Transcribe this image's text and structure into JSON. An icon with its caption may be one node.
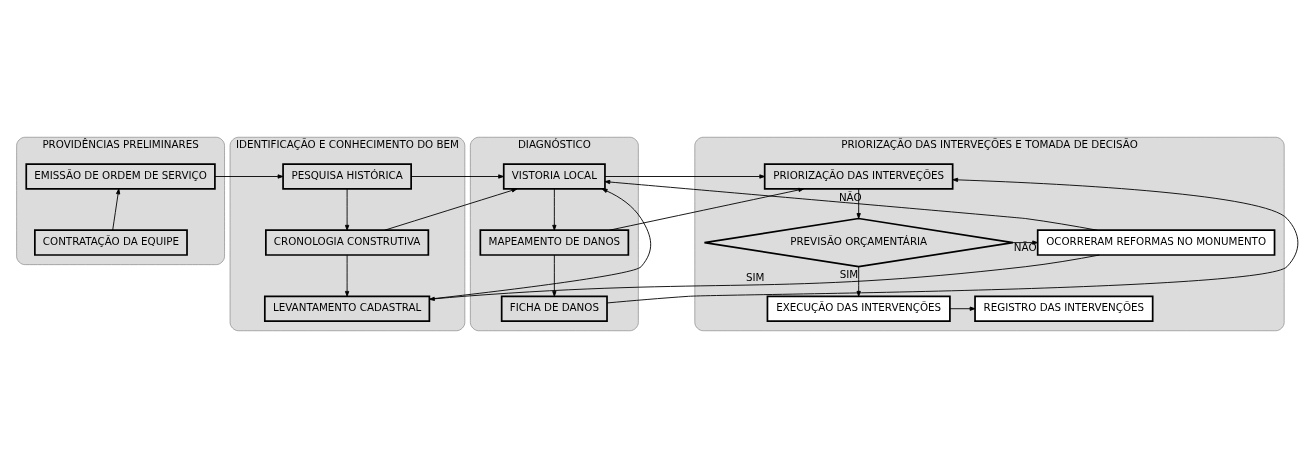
{
  "diagram": {
    "nodes": [
      {
        "text": [
          "PROVIDÊNCIAS PRELIMINARES"
        ]
      },
      {
        "text": [
          "EMISSÃO DE ORDEM DE SERVIÇO"
        ],
        "in": 0
      },
      {
        "text": [
          "CONTRATAÇÃO DA EQUIPE"
        ],
        "in": 0
      },
      {
        "text": [
          "IDENTIFICAÇÃO E CONHECIMENTO DO BEM"
        ]
      },
      {
        "text": [
          "PESQUISA HISTÓRICA"
        ],
        "in": 3
      },
      {
        "text": [
          "CRONOLOGIA CONSTRUTIVA"
        ],
        "in": 3
      },
      {
        "text": [
          "LEVANTAMENTO CADASTRAL"
        ],
        "in": 3
      },
      {
        "text": [
          "DIAGNÓSTICO"
        ]
      },
      {
        "text": [
          "VISTORIA LOCAL"
        ],
        "in": 7
      },
      {
        "text": [
          "MAPEAMENTO DE DANOS"
        ],
        "in": 7
      },
      {
        "text": [
          "FICHA DE DANOS"
        ],
        "in": 7
      },
      {
        "text": [
          "PRIORIZAÇÃO DAS INTERVEÇÕES E TOMADA DE DECISÃO"
        ]
      },
      {
        "text": [
          "PRIORIZAÇÃO DAS INTERVEÇÕES"
        ],
        "in": 11
      },
      {
        "text": [
          "PREVISÃO ORÇAMENTÁRIA"
        ],
        "in": 11
      },
      {
        "text": [
          "OCORRERAM REFORMAS NO MONUMENTO"
        ],
        "in": 11
      },
      {
        "text": [
          "EXECUÇÃO DAS INTERVENÇÕES"
        ],
        "in": 11
      },
      {
        "text": [
          "REGISTRO DAS INTERVENÇÕES"
        ],
        "in": 11
      }
    ],
    "edges": [
      {
        "from": 2,
        "to": 1,
        "arrow": "to"
      },
      {
        "from": 1,
        "to": 4,
        "arrow": "to"
      },
      {
        "from": 4,
        "to": 5,
        "arrow": "to"
      },
      {
        "from": 5,
        "to": 6,
        "arrow": "to"
      },
      {
        "from": 4,
        "to": 8,
        "arrow": "to"
      },
      {
        "from": 5,
        "to": 8,
        "arrow": "to"
      },
      {
        "from": 6,
        "to": 8,
        "arrow": "to"
      },
      {
        "from": 8,
        "to": 9,
        "arrow": "to"
      },
      {
        "from": 9,
        "to": 10,
        "arrow": "to"
      },
      {
        "from": 8,
        "to": 12,
        "arrow": "to"
      },
      {
        "from": 9,
        "to": 12,
        "arrow": "to"
      },
      {
        "from": 10,
        "to": 12,
        "arrow": "to"
      },
      {
        "from": 12,
        "to": 13,
        "arrow": "to"
      },
      {
        "from": 13,
        "to": 14,
        "arrow": "to",
        "label": "NÃO"
      },
      {
        "from": 13,
        "to": 15,
        "arrow": "to",
        "label": "SIM"
      },
      {
        "from": 15,
        "to": 16,
        "arrow": "to"
      },
      {
        "from": 14,
        "to": 8,
        "arrow": "to",
        "label": "NÃO"
      },
      {
        "from": 14,
        "to": 6,
        "arrow": "to",
        "label": "SIM"
      }
    ]
  }
}
